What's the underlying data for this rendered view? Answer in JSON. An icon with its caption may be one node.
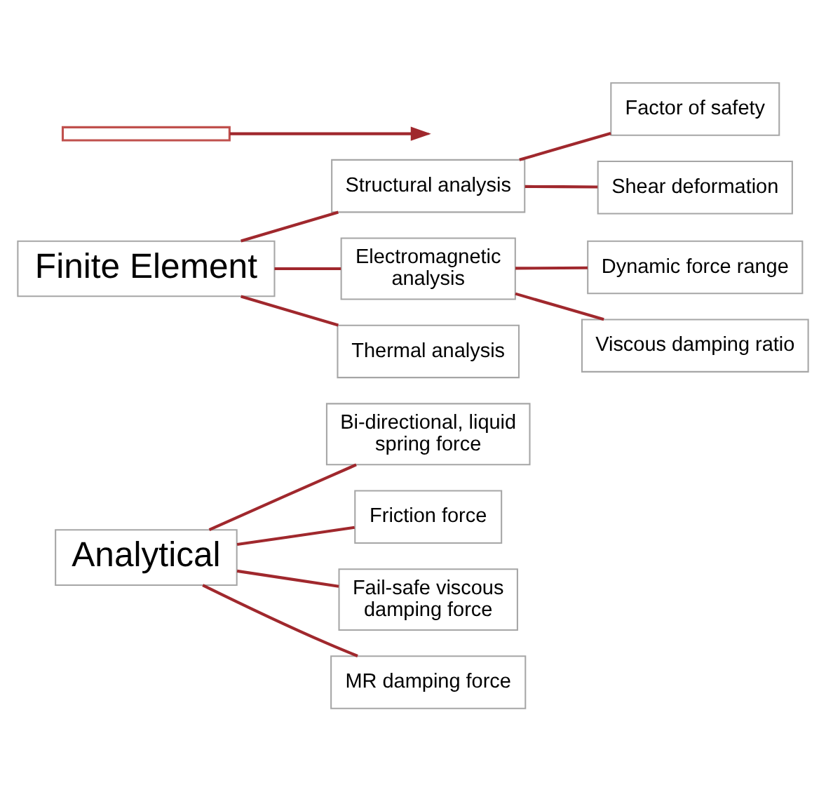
{
  "diagram": {
    "nodes": [
      {
        "text": [
          "Analytical"
        ]
      },
      {
        "text": [
          "Bi-directional, liquid spring force"
        ]
      },
      {
        "text": [
          "Friction force"
        ]
      },
      {
        "text": [
          "Fail-safe viscous damping force"
        ]
      },
      {
        "text": [
          "MR damping force"
        ]
      },
      {
        "text": [
          "Finite Element"
        ]
      },
      {
        "text": [
          "Structural analysis"
        ]
      },
      {
        "text": [
          "Factor of safety"
        ]
      },
      {
        "text": [
          "Shear deformation"
        ]
      },
      {
        "text": [
          "Electromagnetic analysis"
        ]
      },
      {
        "text": [
          "Dynamic force range"
        ]
      },
      {
        "text": [
          "Viscous damping ratio"
        ]
      },
      {
        "text": [
          "Thermal analysis"
        ]
      },
      {
        "text": [],
        "shape": "bracket"
      }
    ],
    "edges": [
      {
        "from": 0,
        "to": 1,
        "arrow": "none"
      },
      {
        "from": 0,
        "to": 2,
        "arrow": "none"
      },
      {
        "from": 0,
        "to": 3,
        "arrow": "none"
      },
      {
        "from": 0,
        "to": 4,
        "arrow": "none"
      },
      {
        "from": 5,
        "to": 6,
        "arrow": "none"
      },
      {
        "from": 6,
        "to": 7,
        "arrow": "none"
      },
      {
        "from": 6,
        "to": 8,
        "arrow": "none"
      },
      {
        "from": 5,
        "to": 9,
        "arrow": "none"
      },
      {
        "from": 9,
        "to": 10,
        "arrow": "none"
      },
      {
        "from": 9,
        "to": 11,
        "arrow": "none"
      },
      {
        "from": 5,
        "to": 12,
        "arrow": "none"
      },
      {
        "from": 13,
        "to": null,
        "arrow": "to"
      }
    ]
  }
}
